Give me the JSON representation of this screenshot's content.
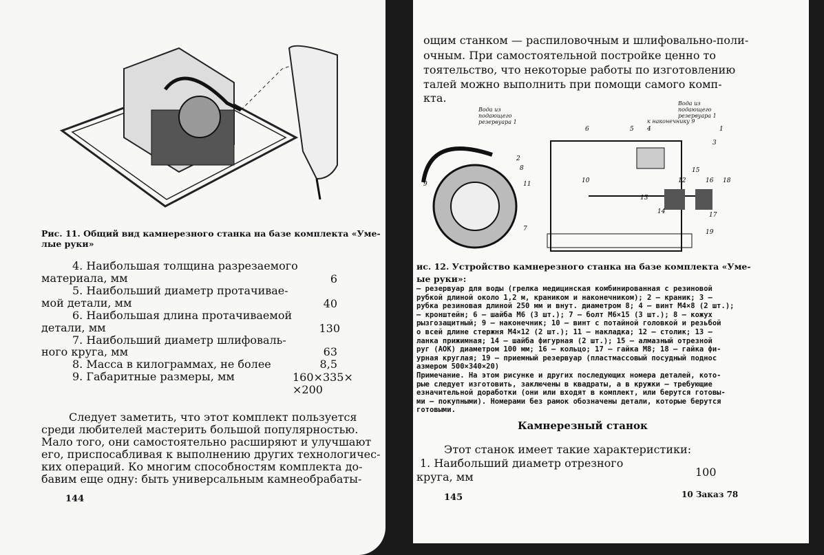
{
  "left_page": {
    "figure_caption": [
      "Рис. 11. Общий вид камнерезного станка на базе комплекта «Уме-",
      "лые руки»"
    ],
    "specs": [
      {
        "lines": [
          "4. Наибольшая толщина разрезаемого",
          "материала, мм"
        ],
        "value": "6"
      },
      {
        "lines": [
          "5. Наибольший диаметр протачивае-",
          "мой детали, мм"
        ],
        "value": "40"
      },
      {
        "lines": [
          "6. Наибольшая длина протачиваемой",
          "детали, мм"
        ],
        "value": "130"
      },
      {
        "lines": [
          "7. Наибольший диаметр шлифоваль-",
          "ного круга, мм"
        ],
        "value": "63"
      },
      {
        "lines": [
          "8. Масса в килограммах, не более"
        ],
        "value": "8,5"
      },
      {
        "lines": [
          "9. Габаритные размеры, мм"
        ],
        "value": "160×335×",
        "value2": "×200"
      }
    ],
    "paragraph": [
      "Следует заметить, что этот комплект пользуется",
      "среди любителей мастерить большой популярностью.",
      "Мало того, они самостоятельно расширяют и улучшают",
      "его, приспосабливая к выполнению других технологичес-",
      "ких операций. Ко многим способностям комплекта до-",
      "бавим еще одну: быть универсальным камнеобрабаты-"
    ],
    "page_number": "144"
  },
  "right_page": {
    "paragraph": [
      "ощим станком — распиловочным и шлифовально-поли-",
      "очным. При самостоятельной постройке ценно то",
      "тоятельство, что некоторые работы по изготовлению",
      "талей можно выполнить при помощи самого комп-",
      "кта."
    ],
    "figure_labels": {
      "water_left": "Вода из подающего резервуара 1",
      "water_right": "Вода из подающего резервуара 1",
      "to_tip": "к наконечнику 9",
      "numbers": [
        "1",
        "2",
        "3",
        "4",
        "5",
        "6",
        "7",
        "8",
        "9",
        "10",
        "11",
        "12",
        "13",
        "14",
        "15",
        "16",
        "17",
        "18",
        "19"
      ]
    },
    "figure_caption": [
      "ис. 12. Устройство камнерезного станка на базе комплекта «Уме-",
      "ые руки»:"
    ],
    "legend": [
      "— резервуар для воды (грелка медицинская комбинированная с резиновой",
      "рубкой длиной около 1,2 м, краником и наконечником);  2 — краник;  3 —",
      "рубка резиновая длиной 250 мм и внут. диаметром 8; 4 — винт М4×8 (2 шт.);",
      "— кронштейн;  6 — шайба М6  (3 шт.);  7 — болт  М6×15  (3 шт.);  8 — кожух",
      "рызгозащитный;  9 — наконечник;  10 — винт  с  потайной головкой и резьбой",
      "о всей длине стержня М4×12  (2 шт.);   11 — накладка;   12 — столик;  13 —",
      "ланка прижимная;  14 — шайба  фигурная  (2 шт.);  15 — алмазный  отрезной",
      "руг (АОК) диаметром 100 мм;  16 — кольцо;  17 — гайка М8;  18 — гайка фи-",
      "урная круглая;  19 — приемный  резервуар  (пластмассовый посудный поднос",
      "азмером 500×340×20)"
    ],
    "note": [
      "Примечание. На этом рисунке и других последующих номера деталей, кото-",
      "рые следует изготовить, заключены в квадраты, а в кружки — требующие",
      "езначительной доработки (они или входят в комплект, или берутся готовы-",
      "ми — покупными). Номерами без рамок обозначены детали, которые берутся",
      "готовыми."
    ],
    "section_title": "Камнерезный станок",
    "intro": "Этот станок имеет такие характеристики:",
    "spec": {
      "lines": [
        "1. Наибольший диаметр отрезного",
        "круга, мм"
      ],
      "value": "100"
    },
    "page_number": "145",
    "signature": "10  Заказ 78"
  }
}
